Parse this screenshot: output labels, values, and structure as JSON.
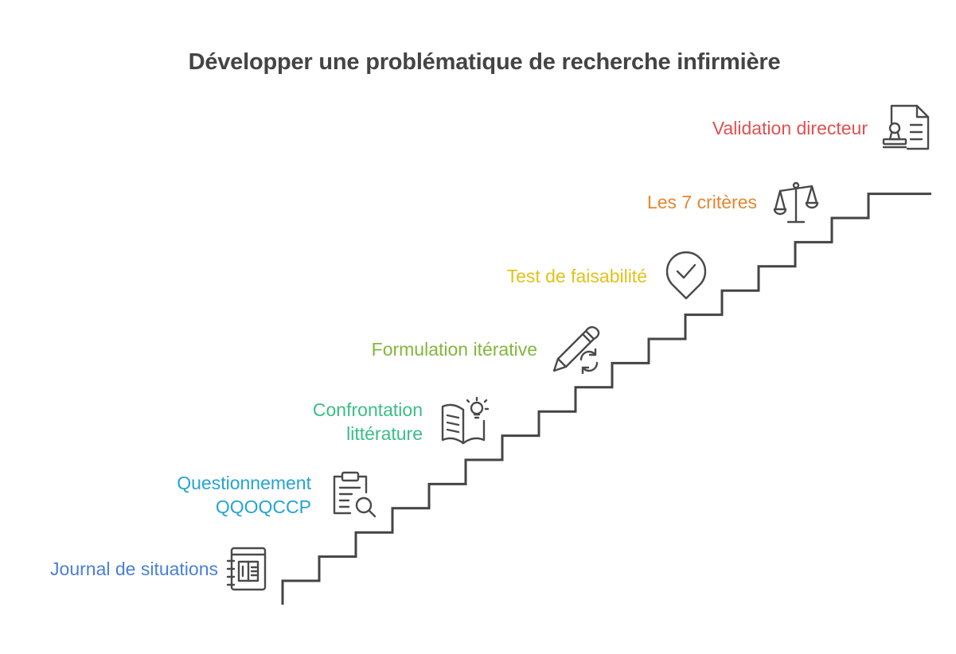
{
  "title": "Développer une problématique de recherche infirmière",
  "steps": [
    {
      "lines": [
        "Journal de situations"
      ],
      "color": "#4a7fd6",
      "icon": "journal-book-icon"
    },
    {
      "lines": [
        "Questionnement",
        "QQOQCCP"
      ],
      "color": "#25a3d3",
      "icon": "clipboard-search-icon"
    },
    {
      "lines": [
        "Confrontation",
        "littérature"
      ],
      "color": "#3bbd86",
      "icon": "book-lightbulb-icon"
    },
    {
      "lines": [
        "Formulation itérative"
      ],
      "color": "#82b73e",
      "icon": "pencil-refresh-icon"
    },
    {
      "lines": [
        "Test de faisabilité"
      ],
      "color": "#e3c21b",
      "icon": "check-badge-icon"
    },
    {
      "lines": [
        "Les 7 critères"
      ],
      "color": "#e6862f",
      "icon": "balance-scale-icon"
    },
    {
      "lines": [
        "Validation directeur"
      ],
      "color": "#e0504f",
      "icon": "document-stamp-icon"
    }
  ]
}
